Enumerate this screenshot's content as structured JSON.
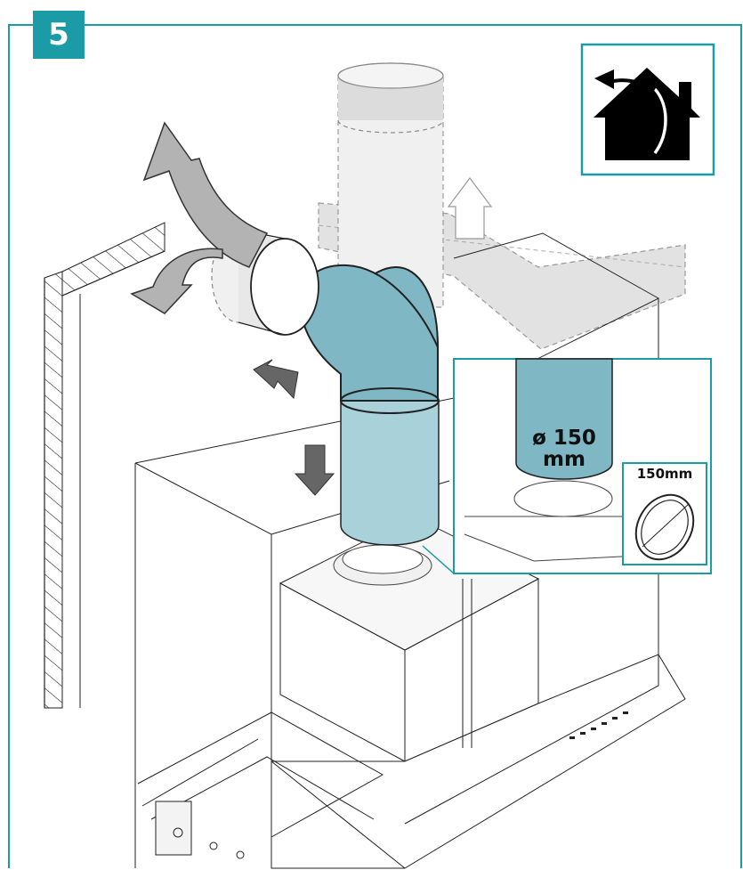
{
  "step": {
    "number": "5"
  },
  "callout": {
    "diameter_value": "ø 150",
    "diameter_unit": "mm",
    "size_label": "150mm"
  },
  "colors": {
    "accent": "#1a9ba5",
    "duct_fill": "#7fb8c4",
    "duct_light": "#a9d1da",
    "fresh_duct": "#d9d9d9",
    "arrow_gray": "#aaaaaa",
    "line": "#222222"
  },
  "icons": [
    "house-exhaust-icon",
    "air-flow-arrow-icon"
  ]
}
